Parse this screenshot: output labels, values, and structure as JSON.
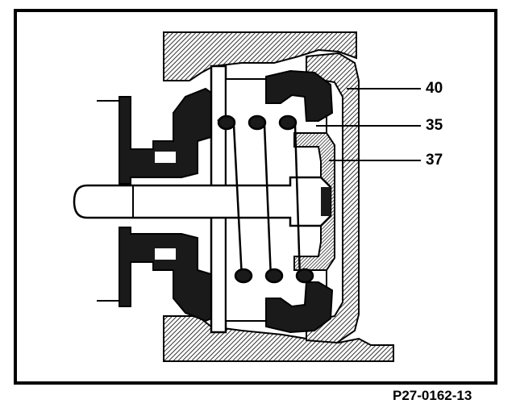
{
  "diagram": {
    "callouts": [
      {
        "id": "40",
        "text": "40"
      },
      {
        "id": "35",
        "text": "35"
      },
      {
        "id": "37",
        "text": "37"
      }
    ],
    "reference_code": "P27-0162-13"
  }
}
